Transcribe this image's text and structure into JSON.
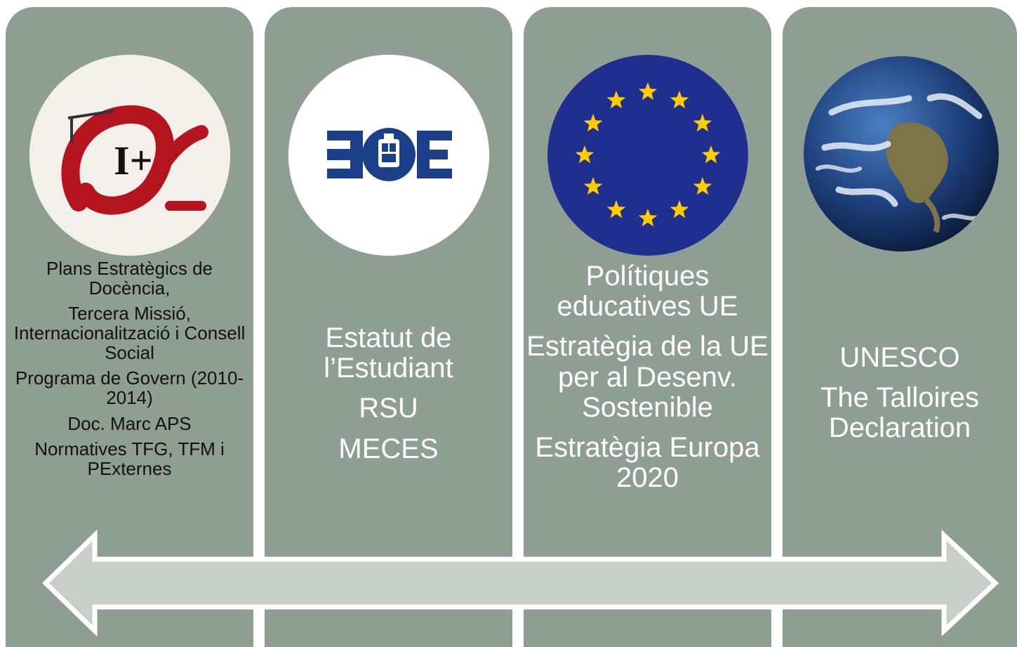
{
  "panels": [
    {
      "logo": "university-logo",
      "logo_text": "I+",
      "lines": [
        "Plans Estratègics de Docència,",
        "Tercera Missió, Internacionalització i Consell Social",
        "Programa de Govern (2010-2014)",
        "Doc. Marc APS",
        "Normatives TFG, TFM i PExternes"
      ]
    },
    {
      "logo": "boe-logo",
      "logo_text": "BOE",
      "lines": [
        "Estatut de l’Estudiant",
        "RSU",
        "MECES"
      ]
    },
    {
      "logo": "eu-flag",
      "lines": [
        "Polítiques educatives UE",
        "Estratègia de la UE per al Desenv. Sostenible",
        "Estratègia Europa 2020"
      ]
    },
    {
      "logo": "earth-globe",
      "lines": [
        "UNESCO",
        "The Talloires Declaration"
      ]
    }
  ],
  "colors": {
    "panel": "#8f9e93",
    "arrow_fill": "#c8cfc9",
    "boe_blue": "#1c3f8a",
    "eu_blue": "#1f2f8f",
    "eu_star": "#ffcc00",
    "logo_red": "#b3141d"
  }
}
